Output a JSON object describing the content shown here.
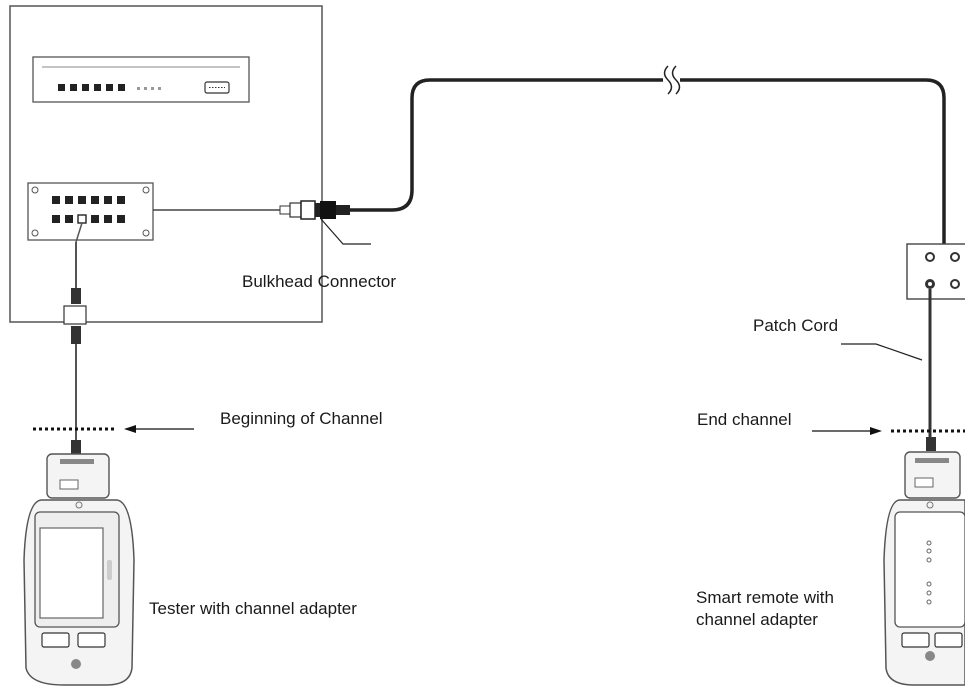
{
  "labels": {
    "bulkhead_connector": "Bulkhead Connector",
    "patch_cord": "Patch Cord",
    "beginning_of_channel": "Beginning of Channel",
    "end_channel": "End channel",
    "tester": "Tester with channel adapter",
    "smart_remote_line1": "Smart remote with",
    "smart_remote_line2": "channel adapter"
  },
  "colors": {
    "line": "#333333",
    "panel_border": "#555555",
    "device_body": "#f4f4f4",
    "device_screen": "#ffffff"
  }
}
